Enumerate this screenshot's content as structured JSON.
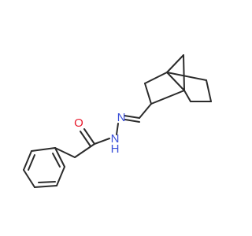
{
  "molecule": {
    "atoms": {
      "o": {
        "label": "O",
        "color": "#e8192c"
      },
      "n1": {
        "label": "N",
        "color": "#3a4fd8"
      },
      "n2": {
        "label": "N",
        "color": "#3a4fd8"
      },
      "h": {
        "label": "H",
        "color": "#3a4fd8"
      }
    },
    "bond_color": "#2b2b2b",
    "background": "#ffffff"
  }
}
